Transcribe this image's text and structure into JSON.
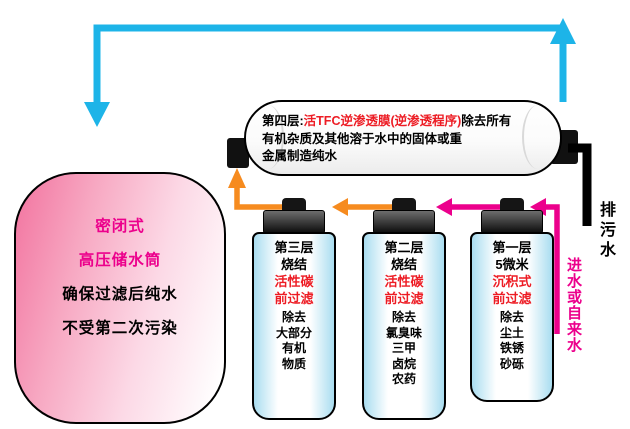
{
  "tank": {
    "lines": [
      "密闭式",
      "高压储水筒",
      "确保过滤后纯水",
      "不受第二次污染"
    ]
  },
  "housing": {
    "line1_black1": "第四层:",
    "line1_red": "活TFC逆渗透膜(逆渗透程序)",
    "line1_black2": "除去所有",
    "line2": "有机杂质及其他溶于水中的固体或重",
    "line3": "金属制造纯水"
  },
  "filters": [
    {
      "stage": "third",
      "lines": [
        "第三层",
        "烧结",
        "活性碳",
        "前过滤",
        "除去",
        "大部分",
        "有机",
        "物质"
      ]
    },
    {
      "stage": "second",
      "lines": [
        "第二层",
        "烧结",
        "活性碳",
        "前过滤",
        "除去",
        "氯臭味",
        "三甲",
        "卤烷",
        "农药"
      ]
    },
    {
      "stage": "first",
      "lines": [
        "第一层",
        "5微米",
        "沉积式",
        "前过滤",
        "除去",
        "尘土",
        "铁锈",
        "砂砾"
      ]
    }
  ],
  "labels": {
    "drain": "排污水",
    "inlet": "进水或自来水"
  },
  "colors": {
    "pure_water_cyan": "#1db4e8",
    "inlet_magenta": "#ec008c",
    "interstage_orange": "#f68b1f",
    "highlight_red": "#ed1c24",
    "tank_pink": "#f2739f",
    "drain_black": "#000000"
  }
}
